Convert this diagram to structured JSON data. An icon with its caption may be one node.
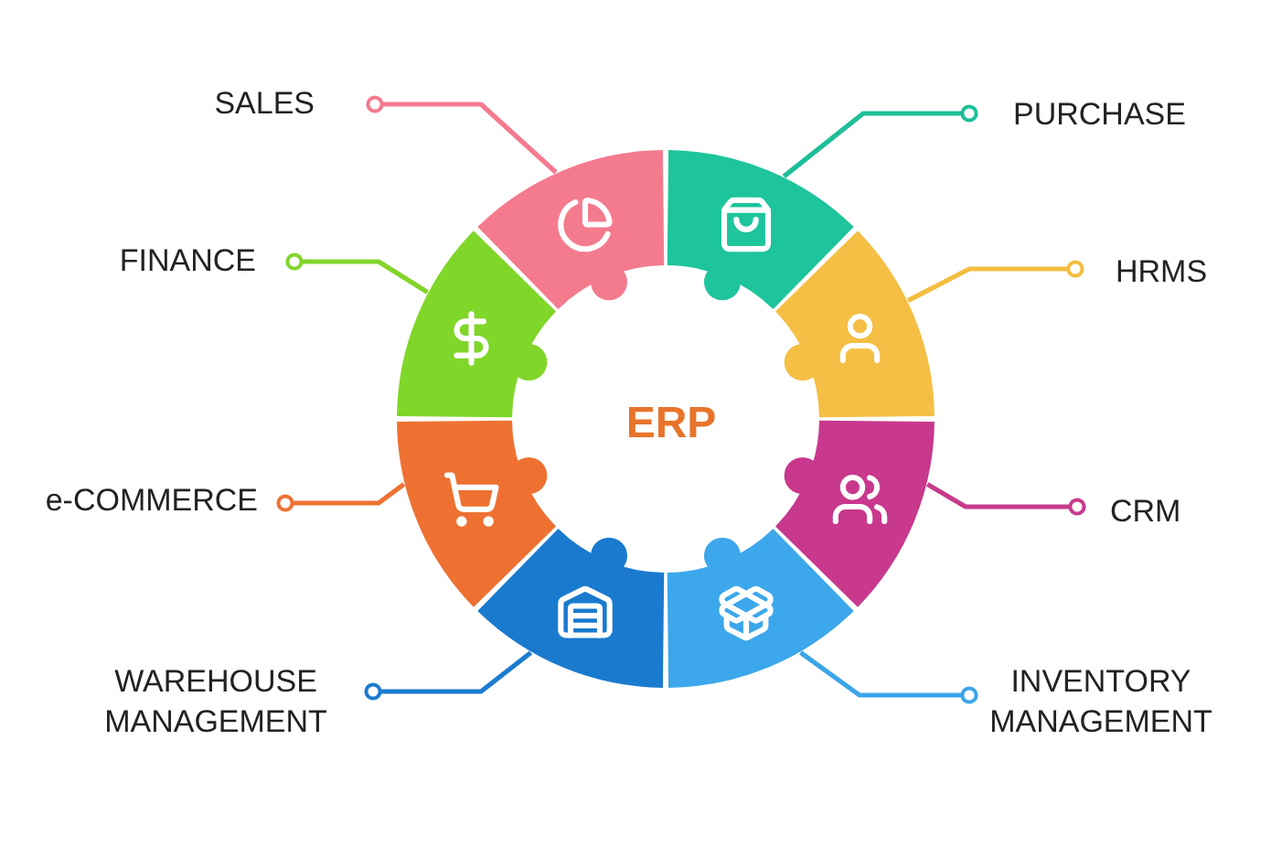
{
  "diagram": {
    "nodes": [
      {
        "text": [
          "SALES"
        ]
      },
      {
        "text": [
          "PURCHASE"
        ]
      },
      {
        "text": [
          "FINANCE"
        ]
      },
      {
        "text": [
          "HRMS"
        ]
      },
      {
        "text": [
          "e-COMMERCE"
        ]
      },
      {
        "text": [
          "CRM"
        ]
      },
      {
        "text": [
          "WAREHOUSE MANAGEMENT"
        ]
      },
      {
        "text": [
          "INVENTORY MANAGEMENT"
        ]
      },
      {
        "text": [],
        "shape": "sector"
      },
      {
        "text": [],
        "shape": "sector"
      },
      {
        "text": [],
        "shape": "sector"
      },
      {
        "text": [],
        "shape": "sector"
      },
      {
        "text": [],
        "shape": "sector"
      },
      {
        "text": [],
        "shape": "sector"
      },
      {
        "text": [],
        "shape": "sector"
      },
      {
        "text": [],
        "shape": "sector"
      }
    ],
    "edges": [
      {
        "from": 0,
        "to": 8,
        "arrow": "other",
        "color": "#f47a8f"
      },
      {
        "from": 1,
        "to": 9,
        "arrow": "other",
        "color": "#1dbf98"
      },
      {
        "from": 2,
        "to": 10,
        "arrow": "other",
        "color": "#84d42a"
      },
      {
        "from": 3,
        "to": 11,
        "arrow": "other",
        "color": "#f3bd3f"
      },
      {
        "from": 4,
        "to": 12,
        "arrow": "other",
        "color": "#ee7233"
      },
      {
        "from": 5,
        "to": 13,
        "arrow": "other",
        "color": "#c63a8c"
      },
      {
        "from": 6,
        "to": 14,
        "arrow": "other",
        "color": "#1c7ccf"
      },
      {
        "from": 7,
        "to": 15,
        "arrow": "other",
        "color": "#3ba5e8"
      }
    ],
    "labels": [
      "ERP"
    ]
  }
}
